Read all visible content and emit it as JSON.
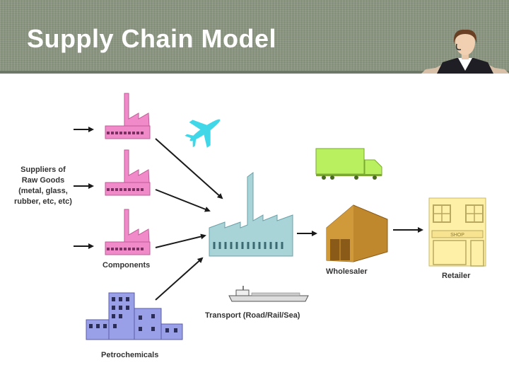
{
  "slide": {
    "title": "Supply Chain Model"
  },
  "labels": {
    "suppliers": "Suppliers of\nRaw Goods\n(metal, glass,\nrubber, etc, etc)",
    "components": "Components",
    "petrochemicals": "Petrochemicals",
    "transport": "Transport (Road/Rail/Sea)",
    "wholesaler": "Wholesaler",
    "retailer": "Retailer",
    "shop_sign": "SHOP"
  },
  "colors": {
    "supplier_factory": "#f08ac8",
    "manufacturer_factory": "#a8d4d8",
    "petrochem_building": "#9aa0e8",
    "truck": "#b8f060",
    "warehouse": "#c0882c",
    "retail_store": "#fff0a8",
    "plane": "#40d8e8"
  }
}
